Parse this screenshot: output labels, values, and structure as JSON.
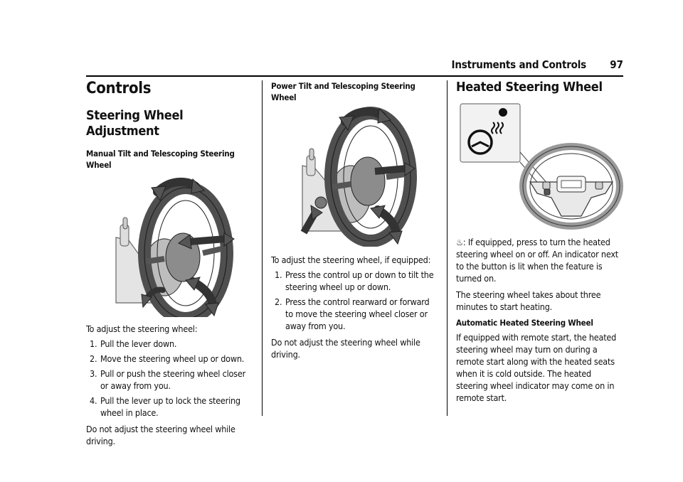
{
  "header": {
    "title": "Instruments and Controls",
    "page_number": "97"
  },
  "col1": {
    "title": "Controls",
    "section_title": "Steering Wheel Adjustment",
    "figure_caption": "Manual Tilt and Telescoping Steering Wheel",
    "intro": "To adjust the steering wheel:",
    "steps": [
      {
        "num": "1.",
        "text": "Pull the lever down."
      },
      {
        "num": "2.",
        "text": "Move the steering wheel up or down."
      },
      {
        "num": "3.",
        "text": "Pull or push the steering wheel closer or away from you."
      },
      {
        "num": "4.",
        "text": "Pull the lever up to lock the steering wheel in place."
      }
    ],
    "warning": "Do not adjust the steering wheel while driving."
  },
  "col2": {
    "figure_caption": "Power Tilt and Telescoping Steering Wheel",
    "intro": "To adjust the steering wheel, if equipped:",
    "steps": [
      {
        "num": "1.",
        "text": "Press the control up or down to tilt the steering wheel up or down."
      },
      {
        "num": "2.",
        "text": "Press the control rearward or forward to move the steering wheel closer or away from you."
      }
    ],
    "warning": "Do not adjust the steering wheel while driving."
  },
  "col3": {
    "section_title": "Heated Steering Wheel",
    "button_desc": ": If equipped, press to turn the heated steering wheel on or off. An indicator next to the button is lit when the feature is turned on.",
    "heating_time": "The steering wheel takes about three minutes to start heating.",
    "auto_title": "Automatic Heated Steering Wheel",
    "auto_desc": "If equipped with remote start, the heated steering wheel may turn on during a remote start along with the heated seats when it is cold outside. The heated steering wheel indicator may come on in remote start."
  },
  "icons": {
    "heated_wheel": "heated-steering-wheel-icon"
  }
}
